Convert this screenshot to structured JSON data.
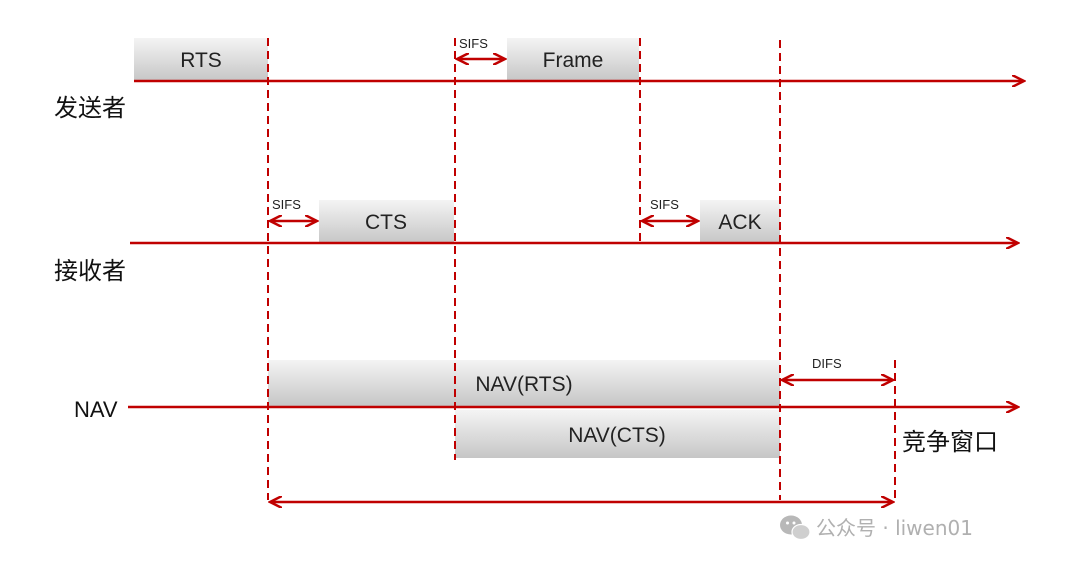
{
  "rows": {
    "sender": "发送者",
    "receiver": "接收者",
    "nav": "NAV"
  },
  "frames": {
    "rts": "RTS",
    "frame": "Frame",
    "cts": "CTS",
    "ack": "ACK",
    "nav_rts": "NAV(RTS)",
    "nav_cts": "NAV(CTS)"
  },
  "intervals": {
    "sifs_1": "SIFS",
    "sifs_2": "SIFS",
    "sifs_3": "SIFS",
    "difs": "DIFS"
  },
  "contention_window": "竞争窗口",
  "watermark": "公众号 · liwen01",
  "colors": {
    "timeline": "#c00000",
    "box_fill_top": "#f4f4f4",
    "box_fill_bottom": "#c8c8c8"
  }
}
